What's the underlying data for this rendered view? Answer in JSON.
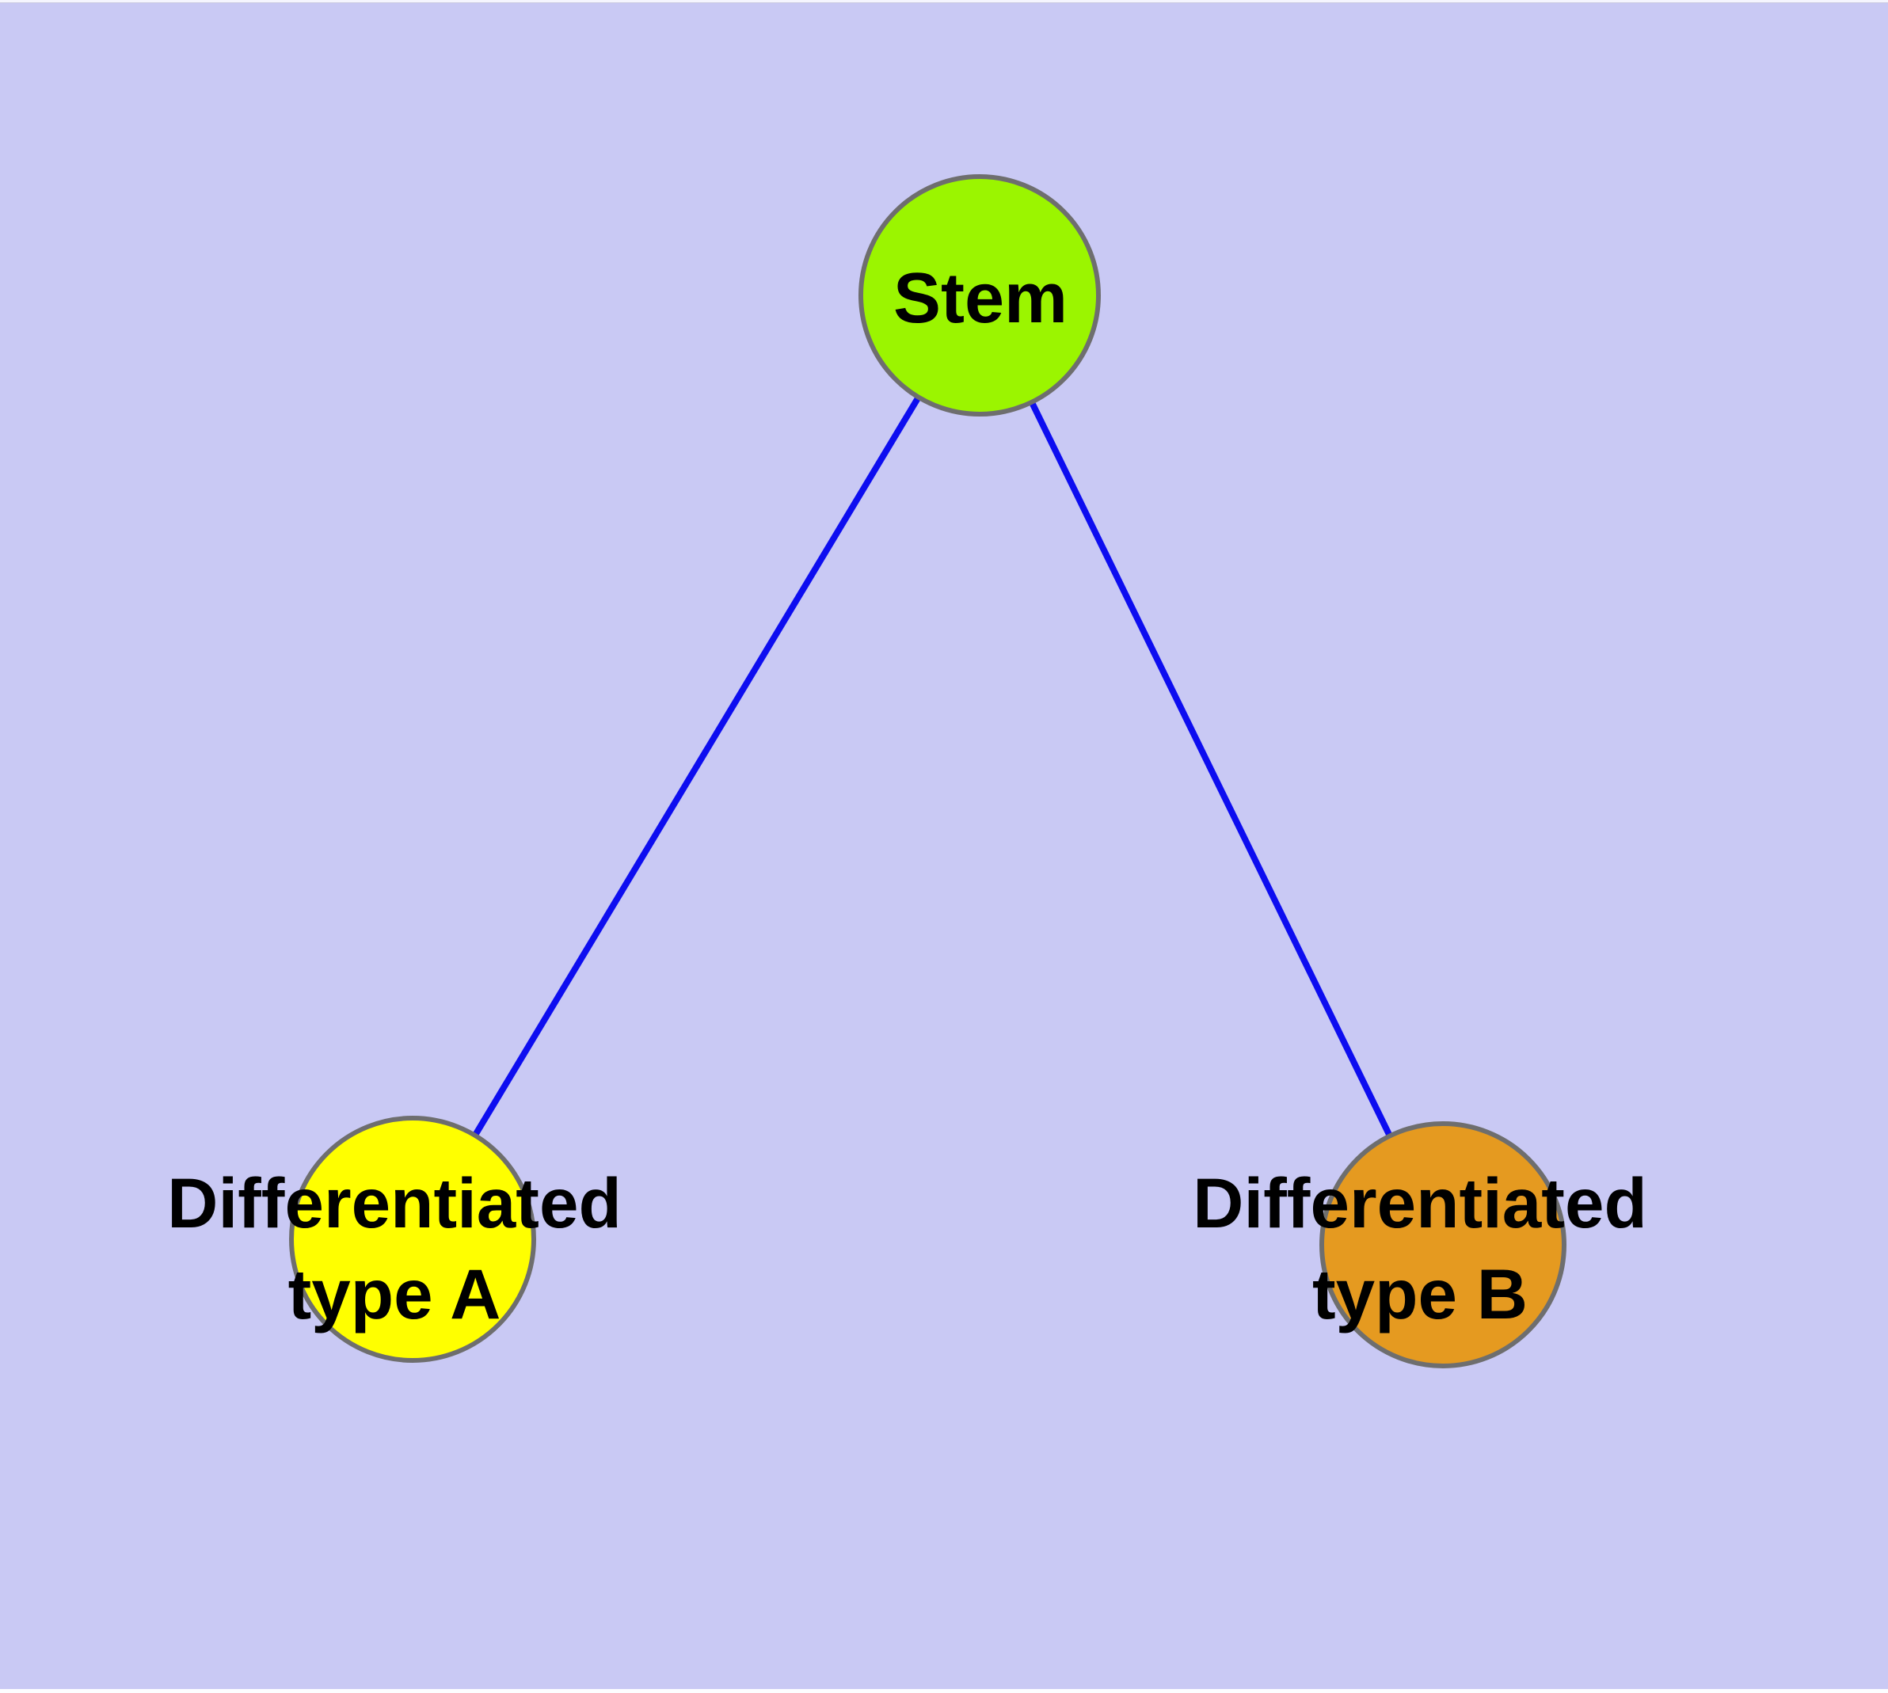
{
  "diagram": {
    "background_color": "#c9c9f4",
    "edge_color": "#0d0df0",
    "node_stroke_color": "#6e6e6e",
    "nodes": [
      {
        "id": "stem",
        "label": "Stem",
        "color": "#9bf500"
      },
      {
        "id": "type-a",
        "label_line1": "Differentiated",
        "label_line2": "type A",
        "color": "#ffff00"
      },
      {
        "id": "type-b",
        "label_line1": "Differentiated",
        "label_line2": "type B",
        "color": "#e59a20"
      }
    ],
    "edges": [
      {
        "from": "Stem",
        "to": "Differentiated type A"
      },
      {
        "from": "Stem",
        "to": "Differentiated type B"
      }
    ]
  }
}
